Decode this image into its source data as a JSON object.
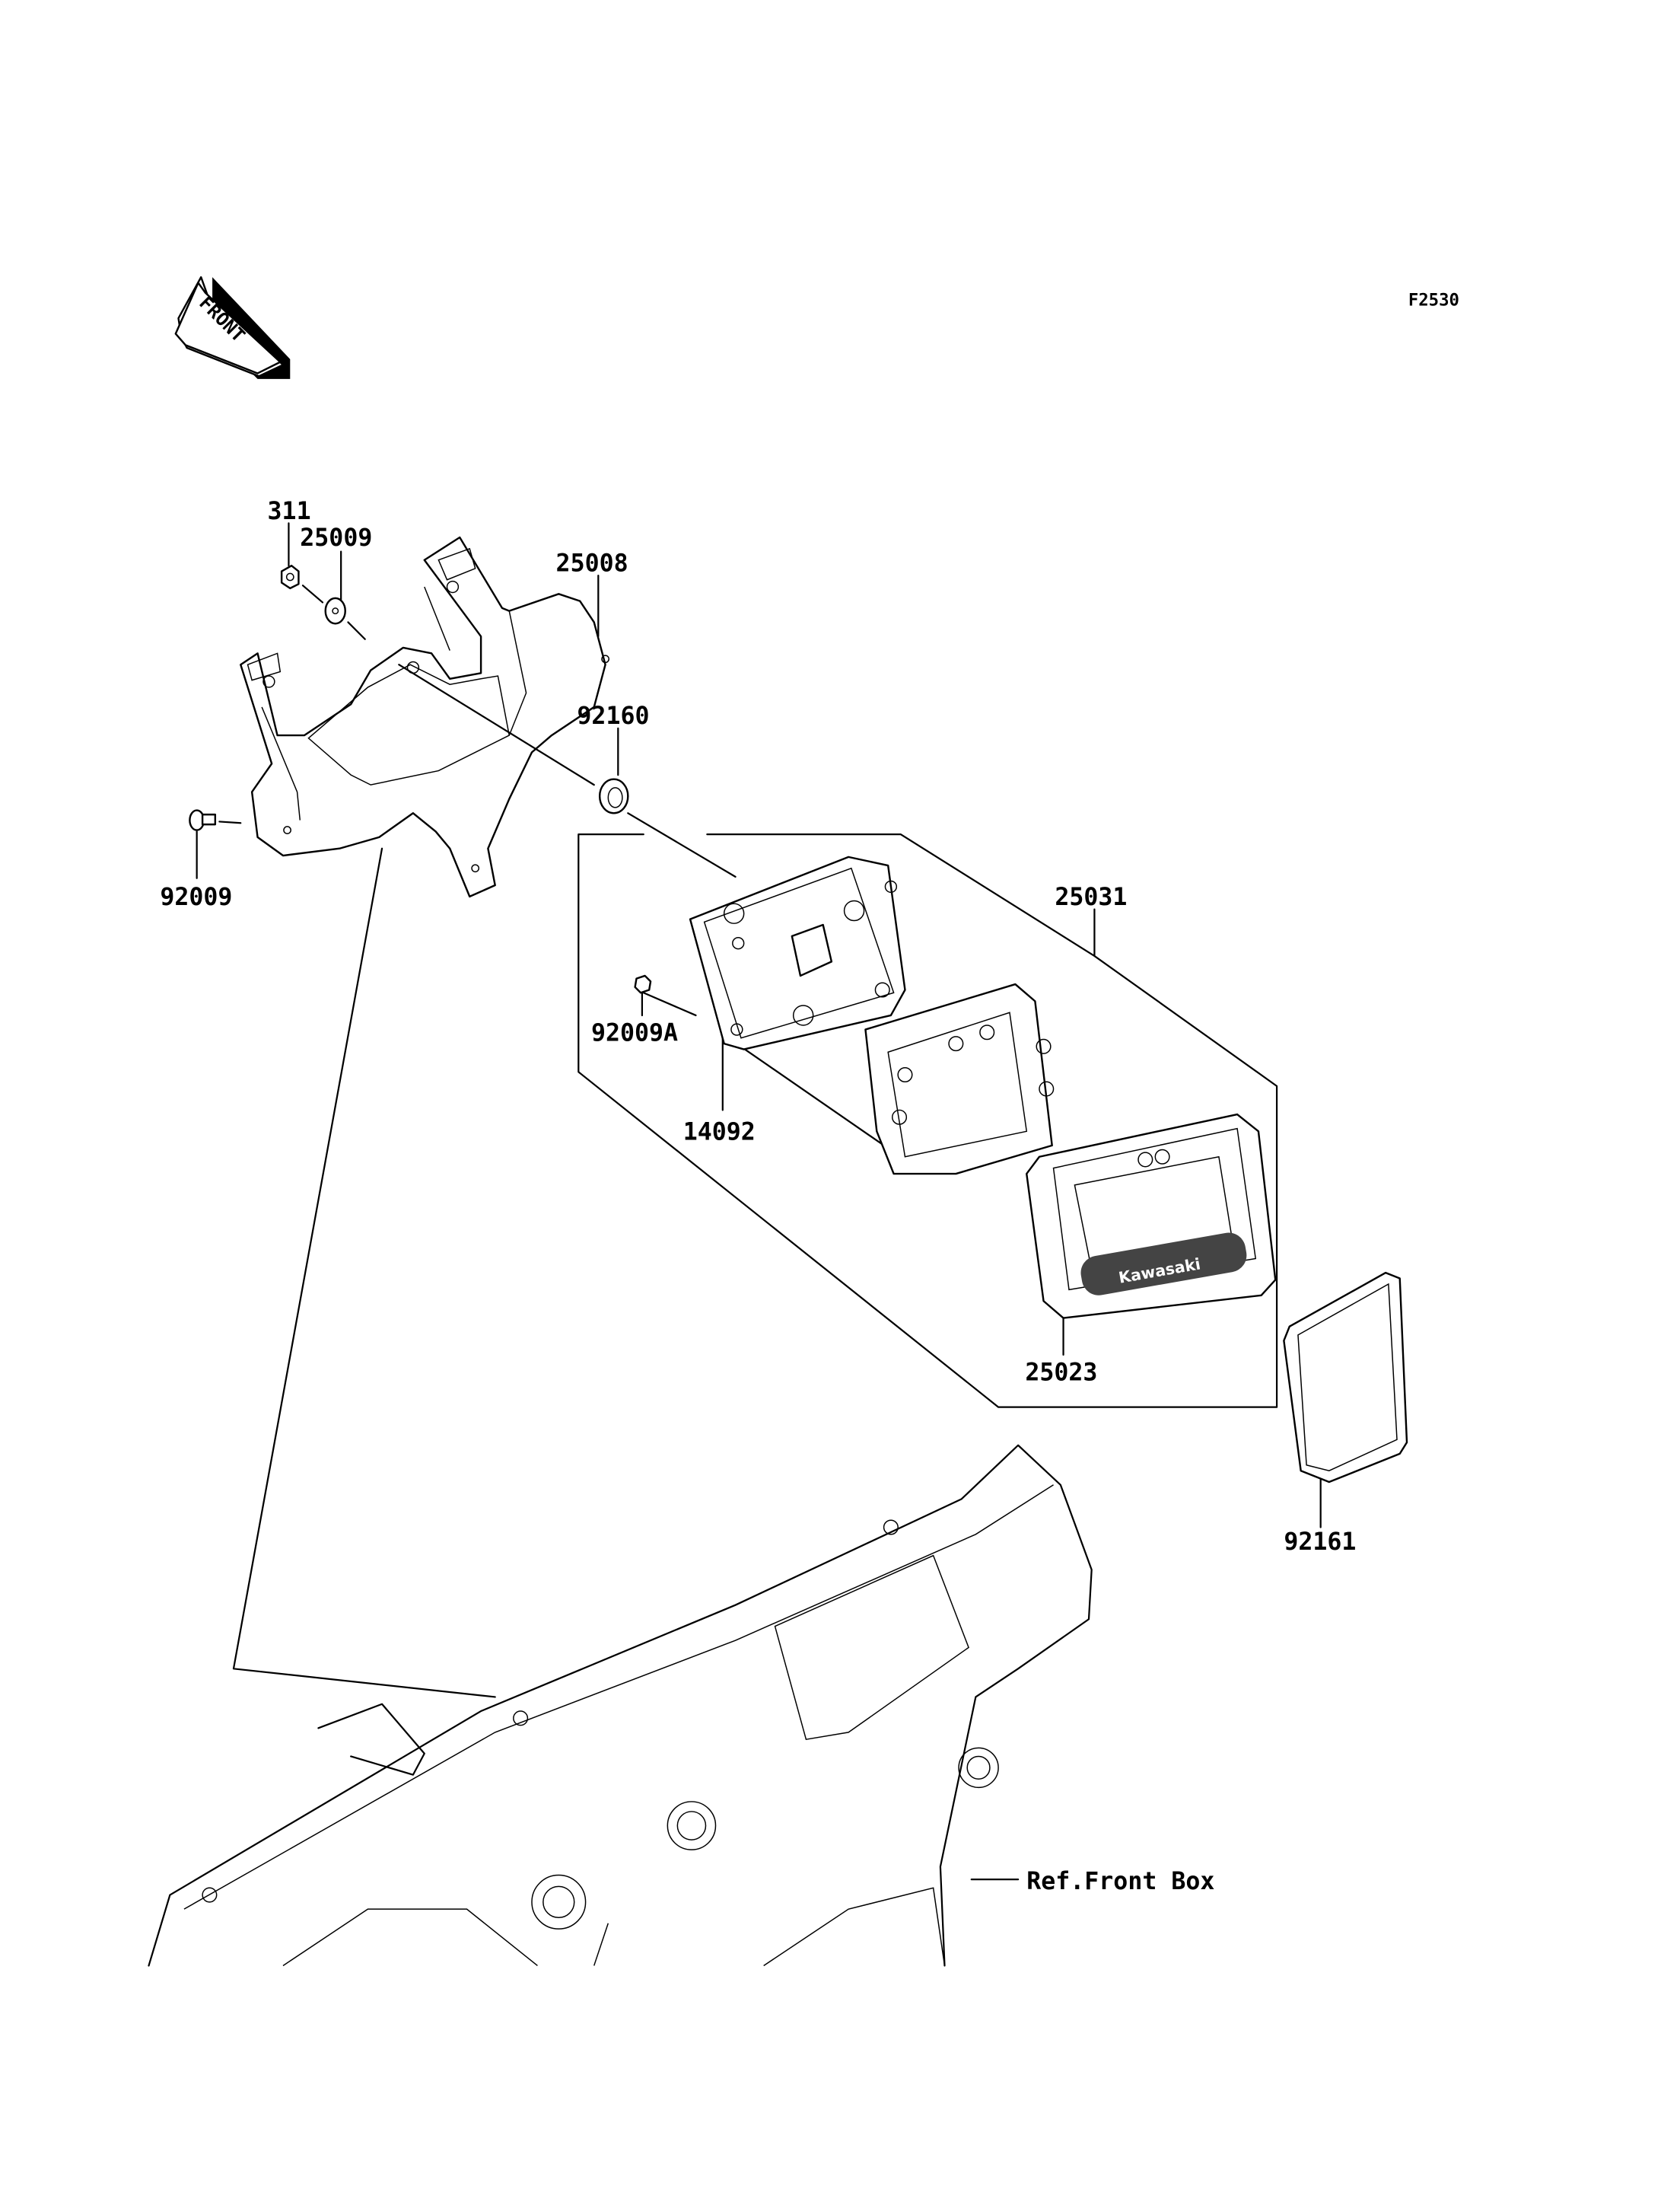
{
  "diagram": {
    "figure_code": "F2530",
    "direction_arrow": "FRONT",
    "labels": {
      "nut": "311",
      "washer": "25009",
      "bracket": "25008",
      "grommet": "92160",
      "bolt": "92009",
      "meter_assy": "25031",
      "screw": "92009A",
      "case": "14092",
      "meter_cover": "25023",
      "seal": "92161",
      "reference": "Ref.Front Box"
    },
    "brand_text": "Kawasaki"
  }
}
